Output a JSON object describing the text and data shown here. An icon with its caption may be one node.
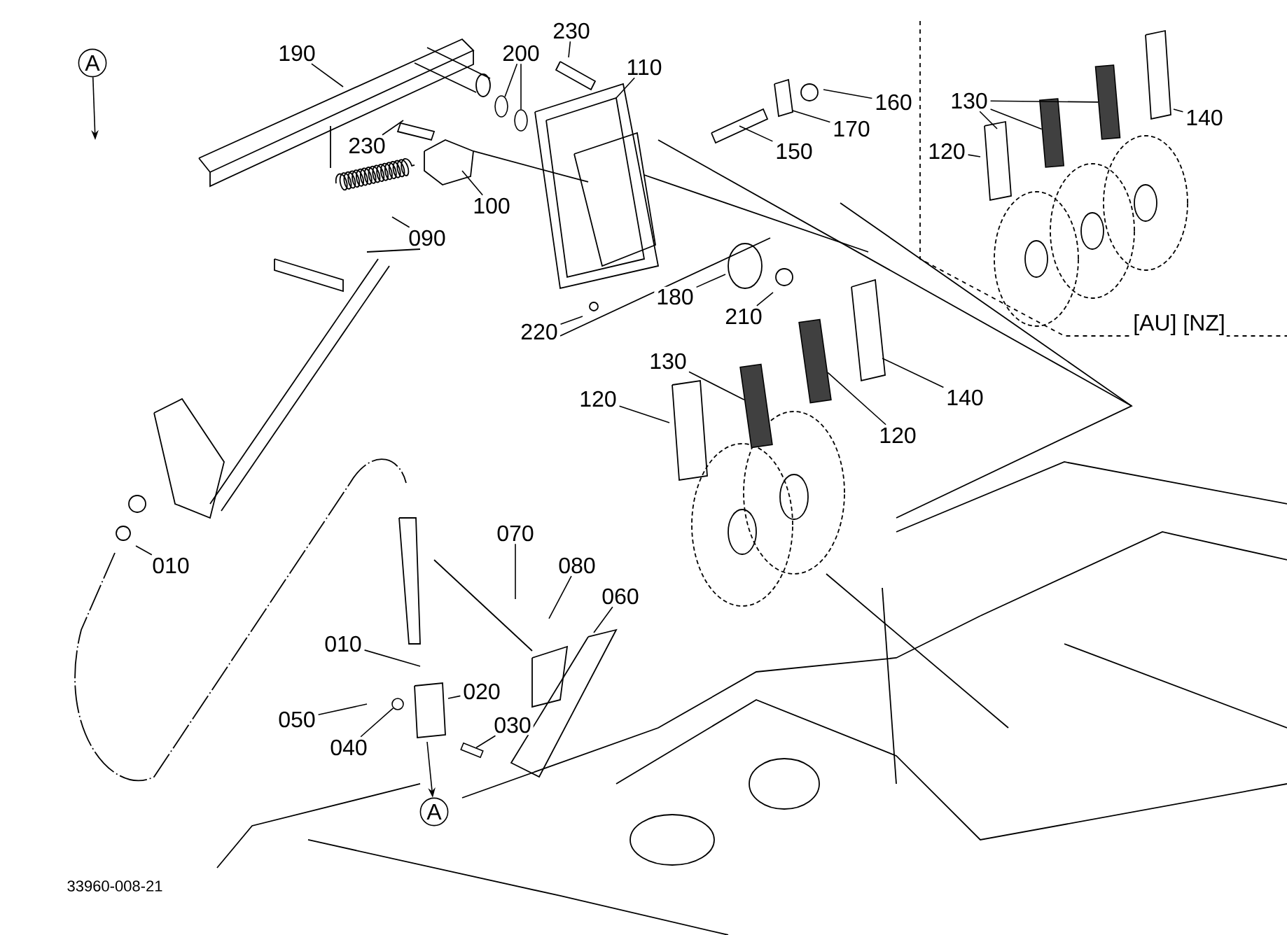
{
  "diagram": {
    "nodes": [
      {
        "text": [
          "A"
        ]
      },
      {
        "text": [
          "190"
        ]
      },
      {
        "text": [
          "200"
        ]
      },
      {
        "text": [
          "230"
        ]
      },
      {
        "text": [
          "110"
        ]
      },
      {
        "text": [
          "230"
        ]
      },
      {
        "text": [
          "100"
        ]
      },
      {
        "text": [
          "090"
        ]
      },
      {
        "text": [
          "160"
        ]
      },
      {
        "text": [
          "170"
        ]
      },
      {
        "text": [
          "150"
        ]
      },
      {
        "text": [
          "130"
        ]
      },
      {
        "text": [
          "140"
        ]
      },
      {
        "text": [
          "120"
        ]
      },
      {
        "text": [
          "180"
        ]
      },
      {
        "text": [
          "210"
        ]
      },
      {
        "text": [
          "220"
        ]
      },
      {
        "text": [
          "130"
        ]
      },
      {
        "text": [
          "120"
        ]
      },
      {
        "text": [
          "140"
        ]
      },
      {
        "text": [
          "120"
        ]
      },
      {
        "text": [
          "010"
        ]
      },
      {
        "text": [
          "070"
        ]
      },
      {
        "text": [
          "080"
        ]
      },
      {
        "text": [
          "060"
        ]
      },
      {
        "text": [
          "010"
        ]
      },
      {
        "text": [
          "020"
        ]
      },
      {
        "text": [
          "050"
        ]
      },
      {
        "text": [
          "030"
        ]
      },
      {
        "text": [
          "040"
        ]
      },
      {
        "text": [
          "A"
        ]
      },
      {
        "text": [],
        "shape": "box"
      },
      {
        "text": [],
        "shape": "box"
      },
      {
        "text": [],
        "shape": "box"
      },
      {
        "text": [],
        "shape": "box"
      },
      {
        "text": [],
        "shape": "circle"
      },
      {
        "text": [],
        "shape": "circle"
      },
      {
        "text": [],
        "shape": "circle"
      },
      {
        "text": [],
        "shape": "bar"
      }
    ],
    "edges": [
      {
        "from": 0,
        "to": null,
        "arrow": "to"
      },
      {
        "from": 1,
        "to": null,
        "arrow": "none"
      },
      {
        "from": 2,
        "to": 35,
        "arrow": "none"
      },
      {
        "from": 2,
        "to": 36,
        "arrow": "none"
      },
      {
        "from": 3,
        "to": null,
        "arrow": "none"
      },
      {
        "from": 4,
        "to": null,
        "arrow": "none"
      },
      {
        "from": 5,
        "to": null,
        "arrow": "none"
      },
      {
        "from": 6,
        "to": null,
        "arrow": "none"
      },
      {
        "from": 7,
        "to": null,
        "arrow": "none"
      },
      {
        "from": 8,
        "to": null,
        "arrow": "none"
      },
      {
        "from": 9,
        "to": null,
        "arrow": "none"
      },
      {
        "from": 10,
        "to": null,
        "arrow": "none"
      },
      {
        "from": 11,
        "to": 34,
        "arrow": "none"
      },
      {
        "from": 11,
        "to": 33,
        "arrow": "none"
      },
      {
        "from": 11,
        "to": null,
        "arrow": "none"
      },
      {
        "from": 12,
        "to": null,
        "arrow": "none"
      },
      {
        "from": 13,
        "to": null,
        "arrow": "none"
      },
      {
        "from": 14,
        "to": null,
        "arrow": "none"
      },
      {
        "from": 15,
        "to": null,
        "arrow": "none"
      },
      {
        "from": 16,
        "to": null,
        "arrow": "none"
      },
      {
        "from": 17,
        "to": 31,
        "arrow": "none"
      },
      {
        "from": 18,
        "to": null,
        "arrow": "none"
      },
      {
        "from": 19,
        "to": null,
        "arrow": "none"
      },
      {
        "from": 20,
        "to": 32,
        "arrow": "none"
      },
      {
        "from": 21,
        "to": null,
        "arrow": "none"
      },
      {
        "from": 22,
        "to": null,
        "arrow": "none"
      },
      {
        "from": 23,
        "to": null,
        "arrow": "none"
      },
      {
        "from": 24,
        "to": null,
        "arrow": "none"
      },
      {
        "from": 25,
        "to": null,
        "arrow": "none"
      },
      {
        "from": 26,
        "to": null,
        "arrow": "none"
      },
      {
        "from": 27,
        "to": null,
        "arrow": "none"
      },
      {
        "from": 28,
        "to": 38,
        "arrow": "none"
      },
      {
        "from": 29,
        "to": 37,
        "arrow": "none"
      },
      {
        "from": null,
        "to": 30,
        "arrow": "to"
      }
    ],
    "labels": [
      "[AU] [NZ]",
      "33960-008-21"
    ]
  }
}
